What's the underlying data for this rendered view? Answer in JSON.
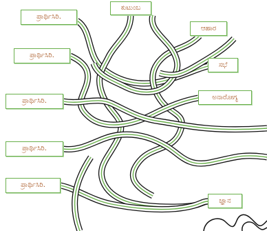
{
  "diagram": {
    "top_label": "ಕುಟುಂಬ",
    "left_labels": [
      "ಪ್ರಾರ್ಥಿಸಿರಿ.",
      "ಪ್ರಾರ್ಥಿಸಿರಿ.",
      "ಪ್ರಾರ್ಥಿಸಿರಿ.",
      "ಪ್ರಾರ್ಥಿಸಿರಿ.",
      "ಪ್ರಾರ್ಥಿಸಿರಿ."
    ],
    "right_labels": [
      "ಆಹಾರ",
      "ಸಭೆ",
      "ಅನಾರೋಗ್ಯ",
      "ಜ್ಞಾನ"
    ]
  },
  "colors": {
    "background": "#ffffff",
    "road_edge": "#111111",
    "road_center": "#6ab04c",
    "label_border": "#6ab04c",
    "label_shadow": "#b9dcae",
    "label_text": "#a14a12",
    "label_background": "#ffffff"
  }
}
